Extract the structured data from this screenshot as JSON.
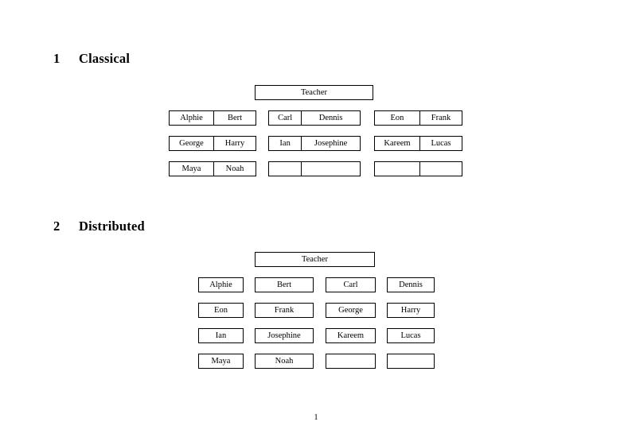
{
  "document": {
    "page_number": "1",
    "sections": [
      {
        "number": "1",
        "title": "Classical",
        "teacher_label": "Teacher",
        "layout": "paired",
        "groups": [
          {
            "rows": [
              {
                "cells": [
                  "Alphie",
                  "Bert"
                ]
              },
              {
                "cells": [
                  "George",
                  "Harry"
                ]
              },
              {
                "cells": [
                  "Maya",
                  "Noah"
                ]
              }
            ]
          },
          {
            "rows": [
              {
                "cells": [
                  "Carl",
                  "Dennis"
                ]
              },
              {
                "cells": [
                  "Ian",
                  "Josephine"
                ]
              },
              {
                "cells": [
                  "",
                  ""
                ]
              }
            ]
          },
          {
            "rows": [
              {
                "cells": [
                  "Eon",
                  "Frank"
                ]
              },
              {
                "cells": [
                  "Kareem",
                  "Lucas"
                ]
              },
              {
                "cells": [
                  "",
                  ""
                ]
              }
            ]
          }
        ]
      },
      {
        "number": "2",
        "title": "Distributed",
        "teacher_label": "Teacher",
        "layout": "separate",
        "rows": [
          {
            "cells": [
              "Alphie",
              "Bert",
              "Carl",
              "Dennis"
            ]
          },
          {
            "cells": [
              "Eon",
              "Frank",
              "George",
              "Harry"
            ]
          },
          {
            "cells": [
              "Ian",
              "Josephine",
              "Kareem",
              "Lucas"
            ]
          },
          {
            "cells": [
              "Maya",
              "Noah",
              "",
              ""
            ]
          }
        ]
      }
    ]
  }
}
